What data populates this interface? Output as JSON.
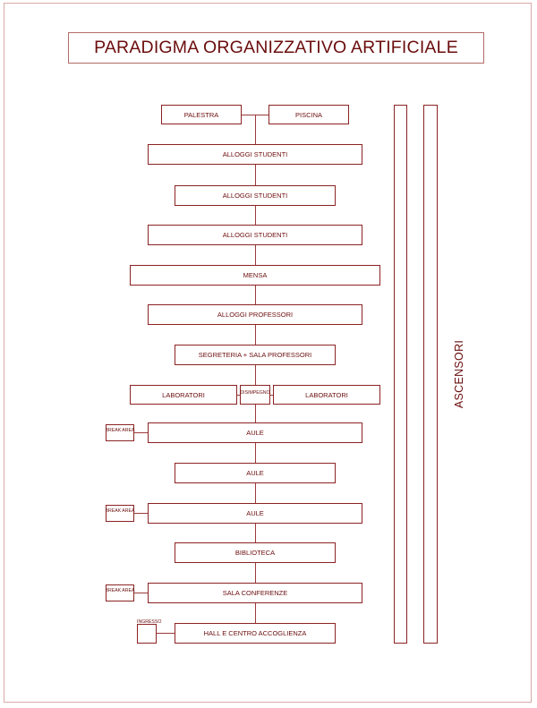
{
  "title": "PARADIGMA ORGANIZZATIVO ARTIFICIALE",
  "nodes": {
    "palestra": "PALESTRA",
    "piscina": "PISCINA",
    "alloggi_studenti_1": "ALLOGGI STUDENTI",
    "alloggi_studenti_2": "ALLOGGI STUDENTI",
    "alloggi_studenti_3": "ALLOGGI STUDENTI",
    "mensa": "MENSA",
    "alloggi_professori": "ALLOGGI PROFESSORI",
    "segreteria": "SEGRETERIA + SALA PROFESSORI",
    "laboratori_left": "LABORATORI",
    "disimpegno": "DISIMPEGNO",
    "laboratori_right": "LABORATORI",
    "aule_1": "AULE",
    "aule_2": "AULE",
    "aule_3": "AULE",
    "biblioteca": "BIBLIOTECA",
    "sala_conferenze": "SALA CONFERENZE",
    "hall": "HALL E CENTRO ACCOGLIENZA",
    "break_area_1": "BREAK AREA",
    "break_area_2": "BREAK AREA",
    "break_area_3": "BREAK AREA",
    "ingresso": "INGRESSO"
  },
  "ascensori": "ASCENSORI"
}
